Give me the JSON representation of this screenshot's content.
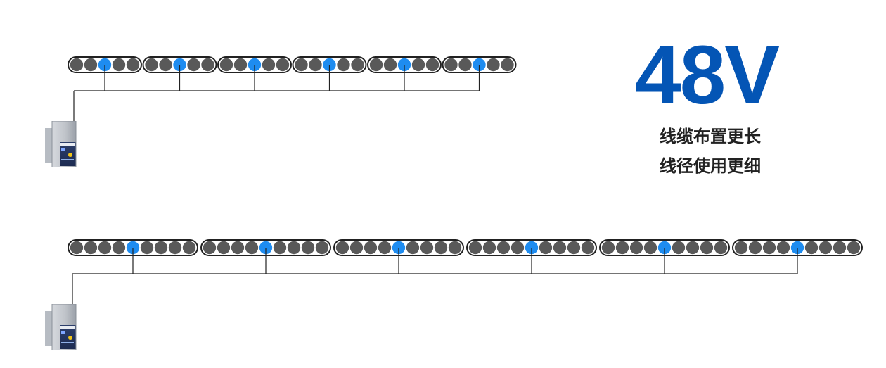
{
  "headline": "48V",
  "captions": [
    "线缆布置更长",
    "线径使用更细"
  ],
  "colors": {
    "accent": "#0455b5",
    "led_on": "#1e8cf0",
    "led_off": "#595959",
    "wire": "#222222",
    "text": "#222222"
  },
  "rows": [
    {
      "strips": 6,
      "lights_per_strip": 5,
      "lit_index": 2
    },
    {
      "strips": 6,
      "lights_per_strip": 9,
      "lit_index": 4
    }
  ],
  "icons": [
    "power-supply-icon",
    "power-supply-icon"
  ]
}
